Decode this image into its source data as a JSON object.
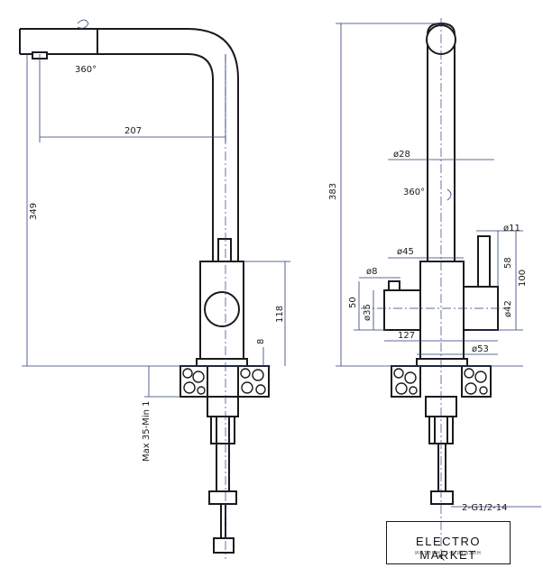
{
  "left_view": {
    "rotation": "360°",
    "spout_reach": "207",
    "total_height": "349",
    "body_height": "118",
    "base_offset": "8",
    "deck_thickness": "Max 35-Min 1"
  },
  "right_view": {
    "total_height": "383",
    "spout_diameter": "ø28",
    "rotation": "360°",
    "handle_diameter": "ø11",
    "body_top_diameter": "ø45",
    "lever_diameter": "ø8",
    "side_height": "50",
    "side_diameter": "ø35",
    "handle_height": "58",
    "right_height": "100",
    "body_diameter": "ø42",
    "body_width": "127",
    "base_diameter": "ø53",
    "connection": "2-G1/2-14"
  },
  "logo": {
    "brand": "ELECTRO MARKET",
    "subtitle": "интернет-магазин"
  }
}
